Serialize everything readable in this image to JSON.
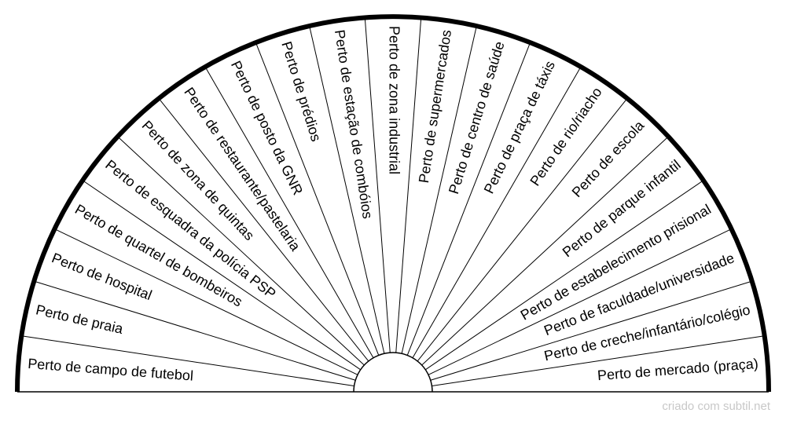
{
  "chart": {
    "type": "semicircle-pendulum-chart",
    "sectors": [
      "Perto de campo de futebol",
      "Perto de praia",
      "Perto de hospital",
      "Perto de quartel de bombeiros",
      "Perto de esquadra da polícia PSP",
      "Perto de zona de quintas",
      "Perto de restaurante/pastelaria",
      "Perto de posto da GNR",
      "Perto de prédios",
      "Perto de estação de combóios",
      "Perto de zona industrial",
      "Perto de supermercados",
      "Perto de centro de saúde",
      "Perto de praça de táxis",
      "Perto de rio/riacho",
      "Perto de escola",
      "Perto de parque infantil",
      "Perto de estabelecimento prisional",
      "Perto de faculdade/universidade",
      "Perto de creche/infantário/colégio",
      "Perto de mercado (praça)"
    ],
    "colors": {
      "stroke": "#000000",
      "background": "#ffffff"
    }
  },
  "footer": {
    "credit": "criado com subtil.net",
    "color": "#c8c8c8"
  }
}
